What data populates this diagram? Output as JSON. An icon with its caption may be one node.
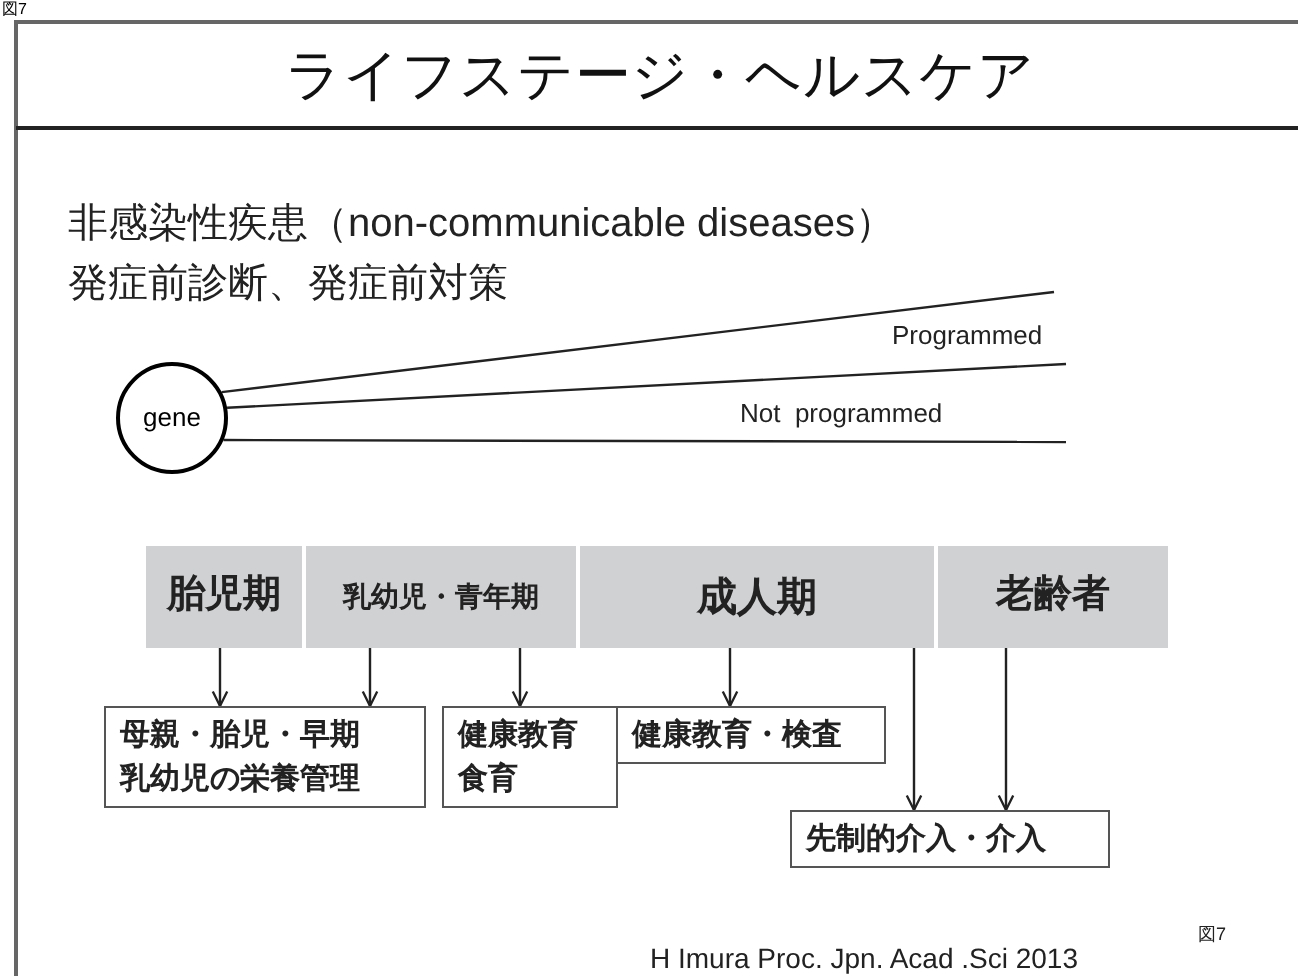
{
  "diagram": {
    "title": "ライフステージ・ヘルスケア",
    "nodes": [
      {
        "text": [
          "gene"
        ]
      },
      {
        "text": [
          "胎児期"
        ]
      },
      {
        "text": [
          "乳幼児・青年期"
        ]
      },
      {
        "text": [
          "成人期"
        ]
      },
      {
        "text": [
          "老齢者"
        ]
      },
      {
        "text": [
          "母親・胎児・早期乳幼児の栄養管理"
        ]
      },
      {
        "text": [
          "健康教育",
          "食育"
        ]
      },
      {
        "text": [
          "健康教育・検査"
        ]
      },
      {
        "text": [
          "先制的介入・介入"
        ]
      }
    ],
    "edges": [
      {
        "from": 0,
        "to": null,
        "arrow": "none"
      },
      {
        "from": 0,
        "to": null,
        "arrow": "none",
        "label": "Programmed"
      },
      {
        "from": 0,
        "to": null,
        "arrow": "none",
        "label": "Not  programmed"
      },
      {
        "from": 1,
        "to": 5,
        "arrow": "to"
      },
      {
        "from": 2,
        "to": 5,
        "arrow": "to"
      },
      {
        "from": 2,
        "to": 6,
        "arrow": "to"
      },
      {
        "from": 3,
        "to": 7,
        "arrow": "to"
      },
      {
        "from": 3,
        "to": 8,
        "arrow": "to"
      },
      {
        "from": 4,
        "to": 8,
        "arrow": "to"
      }
    ],
    "labels": [
      "図7",
      "非感染性疾患（non-communicable diseases）",
      "発症前診断、発症前対策",
      "H Imura Proc. Jpn. Acad .Sci 2013",
      "図7"
    ]
  }
}
